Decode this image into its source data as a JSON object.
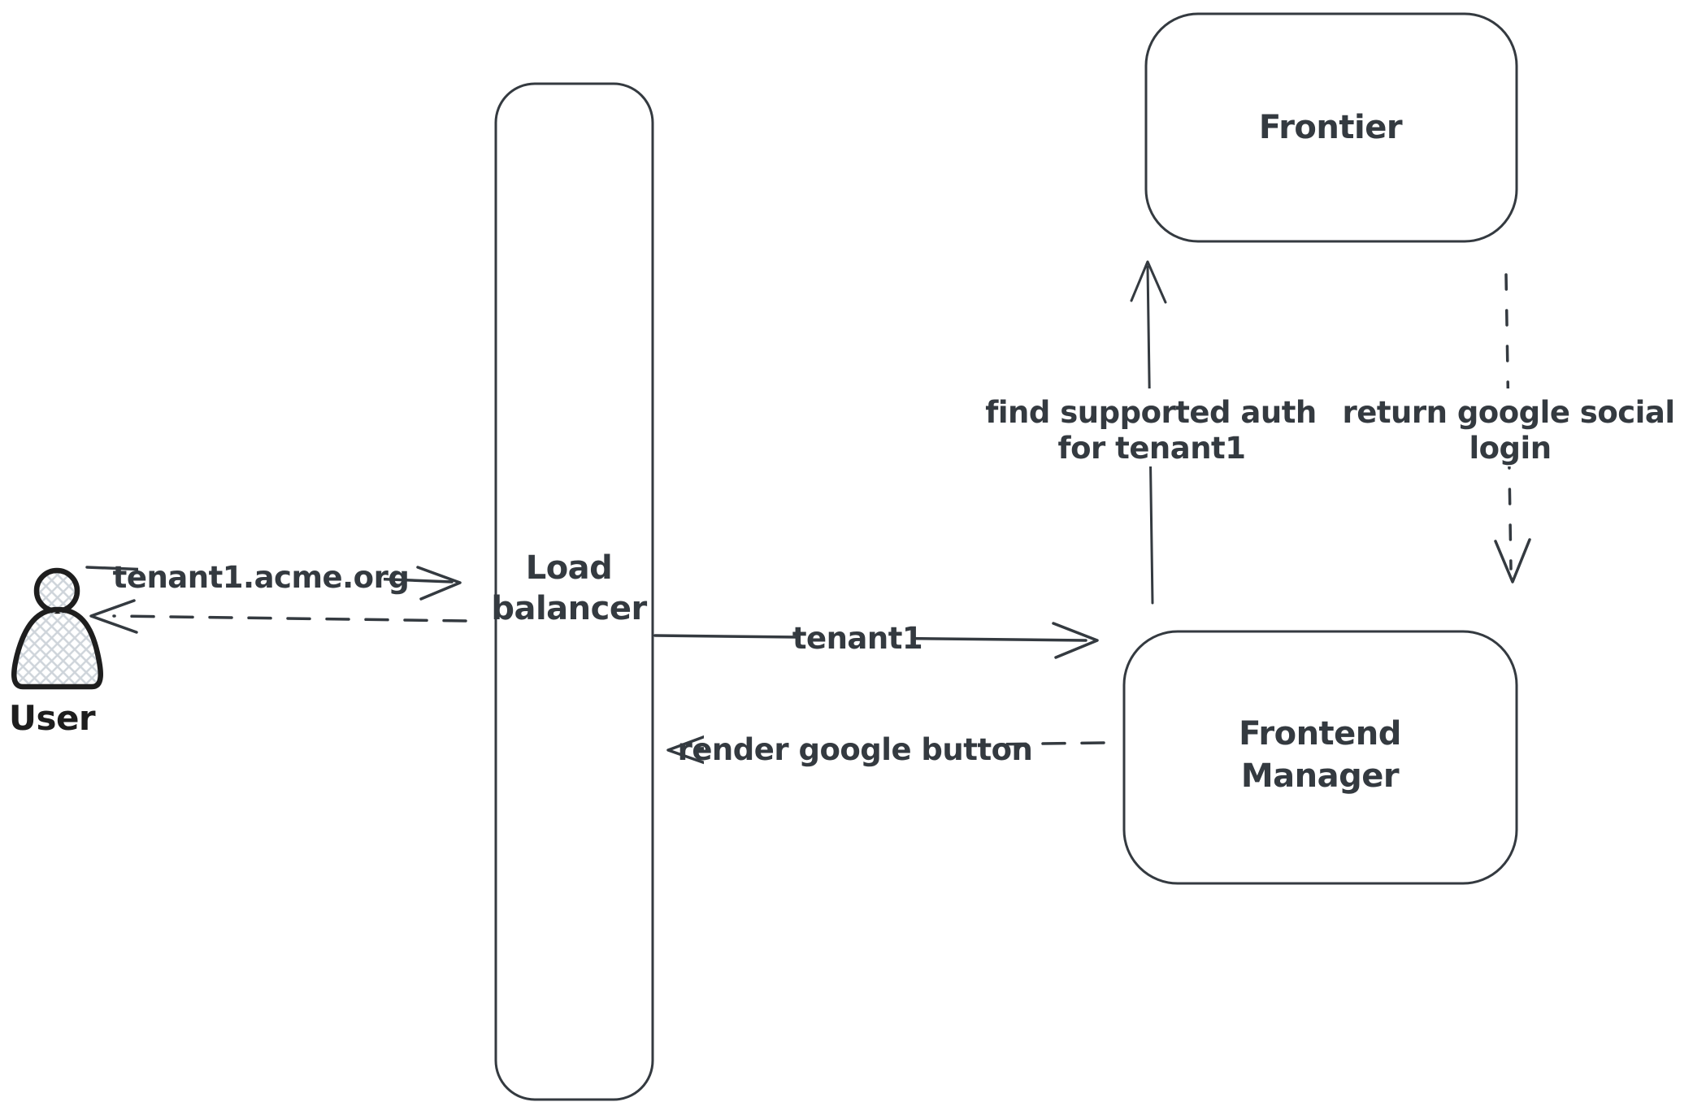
{
  "diagram": {
    "kind": "hand-drawn flow diagram",
    "background": "#ffffff"
  },
  "colors": {
    "stroke": "#343a40",
    "user_stroke": "#1e1e1e",
    "hatch": "#ced4da",
    "label_bg": "#ffffff"
  },
  "nodes": {
    "user": {
      "label": "User"
    },
    "load_balancer": {
      "line1": "Load",
      "line2": "balancer"
    },
    "frontier": {
      "label": "Frontier"
    },
    "frontend_manager": {
      "line1": "Frontend",
      "line2": "Manager"
    }
  },
  "edges": {
    "user_to_load_balancer": {
      "label": "tenant1.acme.org",
      "style": "solid"
    },
    "load_balancer_to_user": {
      "label": "",
      "style": "dashed"
    },
    "load_balancer_to_frontend_manager": {
      "label": "tenant1",
      "style": "solid"
    },
    "frontend_manager_to_load_balancer": {
      "label": "render google button",
      "style": "dashed"
    },
    "frontend_manager_to_frontier": {
      "line1": "find supported auth",
      "line2": "for tenant1",
      "style": "solid"
    },
    "frontier_to_frontend_manager": {
      "line1": "return google social",
      "line2": "login",
      "style": "dashed"
    }
  }
}
